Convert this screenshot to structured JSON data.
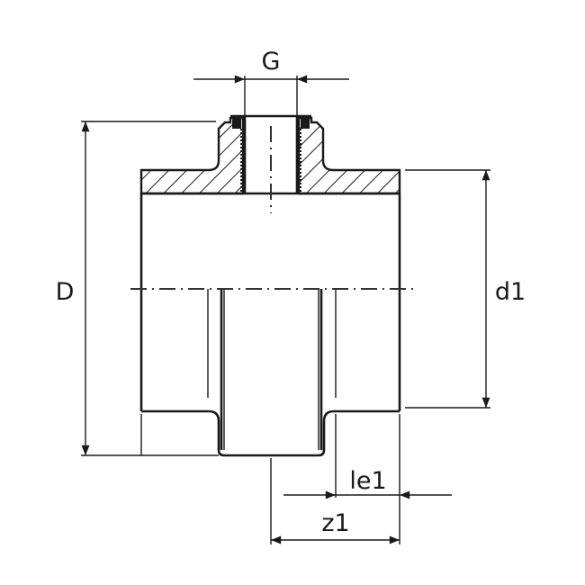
{
  "drawing": {
    "type": "cross-section technical drawing",
    "subject": "pipe union / socket fitting with threaded outlet",
    "colors": {
      "line": "#1a1a1a",
      "background": "#ffffff"
    }
  },
  "dimensions": {
    "G": {
      "label": "G",
      "meaning": "thread size of outlet"
    },
    "D": {
      "label": "D",
      "meaning": "outer diameter"
    },
    "d1": {
      "label": "d1",
      "meaning": "socket inner diameter"
    },
    "le1": {
      "label": "le1",
      "meaning": "insertion length"
    },
    "z1": {
      "label": "z1",
      "meaning": "fitting length"
    }
  }
}
